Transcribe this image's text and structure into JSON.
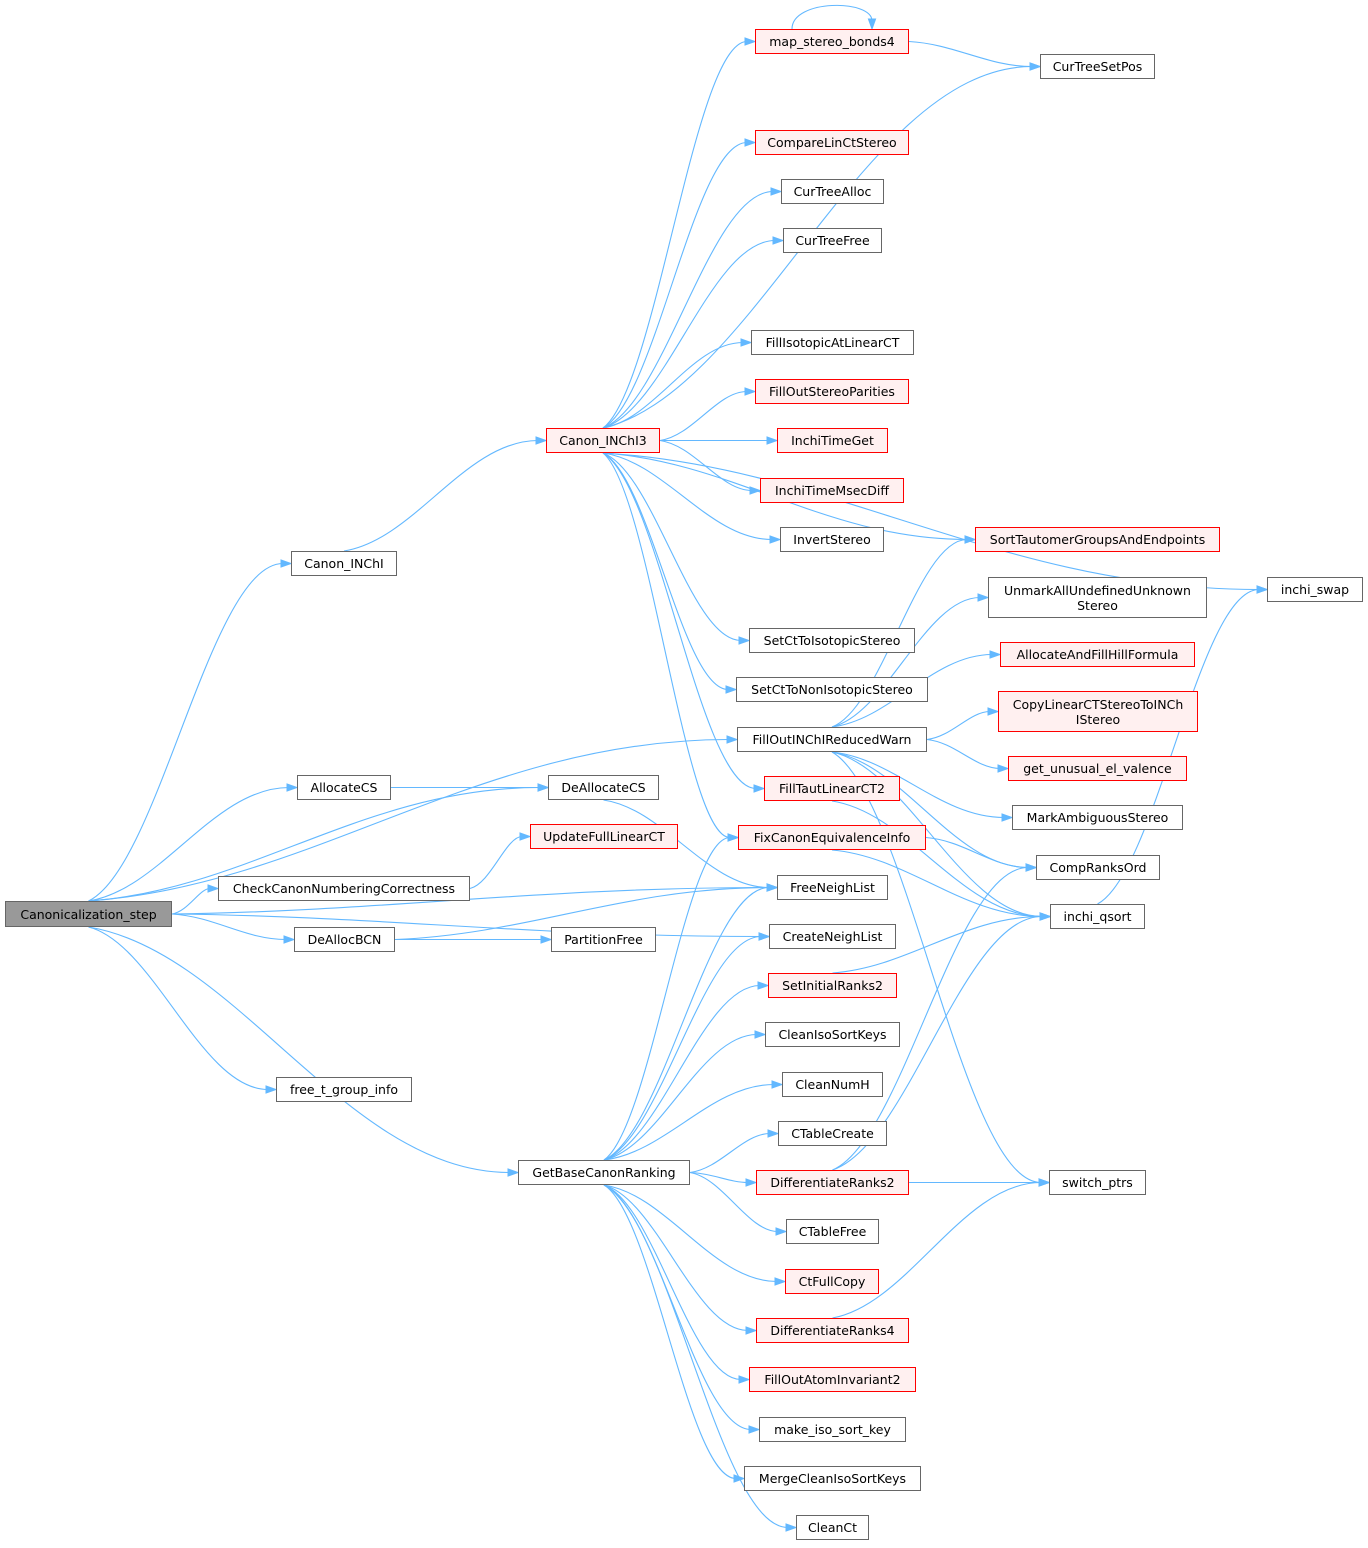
{
  "colors": {
    "edge": "#63b8ff",
    "node_border": "#666666",
    "link_border": "#ff0000",
    "link_fill": "#fff0f0",
    "root_fill": "#999999"
  },
  "nodes": [
    {
      "id": "canonicalization_step",
      "label": "Canonicalization_step",
      "style": "root"
    },
    {
      "id": "canon_inchi",
      "label": "Canon_INChI",
      "style": "normal"
    },
    {
      "id": "canon_inchi3",
      "label": "Canon_INChI3",
      "style": "link"
    },
    {
      "id": "allocatecs",
      "label": "AllocateCS",
      "style": "normal"
    },
    {
      "id": "deallocatecs",
      "label": "DeAllocateCS",
      "style": "normal"
    },
    {
      "id": "updatefulllinearct",
      "label": "UpdateFullLinearCT",
      "style": "link"
    },
    {
      "id": "checkcanonnumberingcorrectness",
      "label": "CheckCanonNumberingCorrectness",
      "style": "normal"
    },
    {
      "id": "deallocbcn",
      "label": "DeAllocBCN",
      "style": "normal"
    },
    {
      "id": "partitionfree",
      "label": "PartitionFree",
      "style": "normal"
    },
    {
      "id": "free_t_group_info",
      "label": "free_t_group_info",
      "style": "normal"
    },
    {
      "id": "getbasecanonranking",
      "label": "GetBaseCanonRanking",
      "style": "normal"
    },
    {
      "id": "map_stereo_bonds4",
      "label": "map_stereo_bonds4",
      "style": "link"
    },
    {
      "id": "curtreesetpos",
      "label": "CurTreeSetPos",
      "style": "normal"
    },
    {
      "id": "comparelinctstereo",
      "label": "CompareLinCtStereo",
      "style": "link"
    },
    {
      "id": "curtreealloc",
      "label": "CurTreeAlloc",
      "style": "normal"
    },
    {
      "id": "curtreefree",
      "label": "CurTreeFree",
      "style": "normal"
    },
    {
      "id": "fillisotopicatlinearct",
      "label": "FillIsotopicAtLinearCT",
      "style": "normal"
    },
    {
      "id": "filloutstereoparities",
      "label": "FillOutStereoParities",
      "style": "link"
    },
    {
      "id": "inchitimeget",
      "label": "InchiTimeGet",
      "style": "link"
    },
    {
      "id": "inchitimemsecdiff",
      "label": "InchiTimeMsecDiff",
      "style": "link"
    },
    {
      "id": "invertstereo",
      "label": "InvertStereo",
      "style": "normal"
    },
    {
      "id": "sorttautomergroupsandendpoints",
      "label": "SortTautomerGroupsAndEndpoints",
      "style": "link"
    },
    {
      "id": "unmarkallundefinedunknownstereo",
      "label": "UnmarkAllUndefinedUnknown\nStereo",
      "style": "normal"
    },
    {
      "id": "inchi_swap",
      "label": "inchi_swap",
      "style": "normal"
    },
    {
      "id": "allocateandfillhillformula",
      "label": "AllocateAndFillHillFormula",
      "style": "link"
    },
    {
      "id": "setcttoisotopicstereo",
      "label": "SetCtToIsotopicStereo",
      "style": "normal"
    },
    {
      "id": "setcttononisotopicstereo",
      "label": "SetCtToNonIsotopicStereo",
      "style": "normal"
    },
    {
      "id": "copylinearctstereotoinchistereo",
      "label": "CopyLinearCTStereoToINCh\nIStereo",
      "style": "link"
    },
    {
      "id": "filloutinchireducedwarn",
      "label": "FillOutINChIReducedWarn",
      "style": "normal"
    },
    {
      "id": "get_unusual_el_valence",
      "label": "get_unusual_el_valence",
      "style": "link"
    },
    {
      "id": "filltautlinearct2",
      "label": "FillTautLinearCT2",
      "style": "link"
    },
    {
      "id": "markambiguousstereo",
      "label": "MarkAmbiguousStereo",
      "style": "normal"
    },
    {
      "id": "fixcanonequivalenceinfo",
      "label": "FixCanonEquivalenceInfo",
      "style": "link"
    },
    {
      "id": "compranksord",
      "label": "CompRanksOrd",
      "style": "normal"
    },
    {
      "id": "freeneighlist",
      "label": "FreeNeighList",
      "style": "normal"
    },
    {
      "id": "inchi_qsort",
      "label": "inchi_qsort",
      "style": "normal"
    },
    {
      "id": "createneighlist",
      "label": "CreateNeighList",
      "style": "normal"
    },
    {
      "id": "setinitialranks2",
      "label": "SetInitialRanks2",
      "style": "link"
    },
    {
      "id": "cleanisosortkeys",
      "label": "CleanIsoSortKeys",
      "style": "normal"
    },
    {
      "id": "cleannumh",
      "label": "CleanNumH",
      "style": "normal"
    },
    {
      "id": "ctablecreate",
      "label": "CTableCreate",
      "style": "normal"
    },
    {
      "id": "differentiateranks2",
      "label": "DifferentiateRanks2",
      "style": "link"
    },
    {
      "id": "switch_ptrs",
      "label": "switch_ptrs",
      "style": "normal"
    },
    {
      "id": "ctablefree",
      "label": "CTableFree",
      "style": "normal"
    },
    {
      "id": "ctfullcopy",
      "label": "CtFullCopy",
      "style": "link"
    },
    {
      "id": "differentiateranks4",
      "label": "DifferentiateRanks4",
      "style": "link"
    },
    {
      "id": "filloutatominvariant2",
      "label": "FillOutAtomInvariant2",
      "style": "link"
    },
    {
      "id": "make_iso_sort_key",
      "label": "make_iso_sort_key",
      "style": "normal"
    },
    {
      "id": "mergecleanisosortkeys",
      "label": "MergeCleanIsoSortKeys",
      "style": "normal"
    },
    {
      "id": "cleanct",
      "label": "CleanCt",
      "style": "normal"
    }
  ],
  "edges": [
    [
      "canonicalization_step",
      "canon_inchi"
    ],
    [
      "canonicalization_step",
      "filloutinchireducedwarn"
    ],
    [
      "canonicalization_step",
      "allocatecs"
    ],
    [
      "canonicalization_step",
      "deallocatecs"
    ],
    [
      "canonicalization_step",
      "checkcanonnumberingcorrectness"
    ],
    [
      "canonicalization_step",
      "deallocbcn"
    ],
    [
      "canonicalization_step",
      "freeneighlist"
    ],
    [
      "canonicalization_step",
      "createneighlist"
    ],
    [
      "canonicalization_step",
      "free_t_group_info"
    ],
    [
      "canonicalization_step",
      "getbasecanonranking"
    ],
    [
      "canon_inchi",
      "canon_inchi3"
    ],
    [
      "canon_inchi3",
      "map_stereo_bonds4"
    ],
    [
      "canon_inchi3",
      "curtreesetpos"
    ],
    [
      "canon_inchi3",
      "comparelinctstereo"
    ],
    [
      "canon_inchi3",
      "curtreealloc"
    ],
    [
      "canon_inchi3",
      "curtreefree"
    ],
    [
      "canon_inchi3",
      "inchi_swap"
    ],
    [
      "canon_inchi3",
      "fillisotopicatlinearct"
    ],
    [
      "canon_inchi3",
      "filloutstereoparities"
    ],
    [
      "canon_inchi3",
      "inchitimeget"
    ],
    [
      "canon_inchi3",
      "inchitimemsecdiff"
    ],
    [
      "canon_inchi3",
      "invertstereo"
    ],
    [
      "canon_inchi3",
      "sorttautomergroupsandendpoints"
    ],
    [
      "canon_inchi3",
      "setcttoisotopicstereo"
    ],
    [
      "canon_inchi3",
      "setcttononisotopicstereo"
    ],
    [
      "canon_inchi3",
      "filltautlinearct2"
    ],
    [
      "canon_inchi3",
      "fixcanonequivalenceinfo"
    ],
    [
      "map_stereo_bonds4",
      "map_stereo_bonds4"
    ],
    [
      "map_stereo_bonds4",
      "curtreesetpos"
    ],
    [
      "allocatecs",
      "deallocatecs"
    ],
    [
      "deallocatecs",
      "freeneighlist"
    ],
    [
      "checkcanonnumberingcorrectness",
      "updatefulllinearct"
    ],
    [
      "deallocbcn",
      "freeneighlist"
    ],
    [
      "deallocbcn",
      "partitionfree"
    ],
    [
      "filloutinchireducedwarn",
      "sorttautomergroupsandendpoints"
    ],
    [
      "filloutinchireducedwarn",
      "unmarkallundefinedunknownstereo"
    ],
    [
      "filloutinchireducedwarn",
      "allocateandfillhillformula"
    ],
    [
      "filloutinchireducedwarn",
      "copylinearctstereotoinchistereo"
    ],
    [
      "filloutinchireducedwarn",
      "get_unusual_el_valence"
    ],
    [
      "filloutinchireducedwarn",
      "markambiguousstereo"
    ],
    [
      "filloutinchireducedwarn",
      "compranksord"
    ],
    [
      "filloutinchireducedwarn",
      "inchi_qsort"
    ],
    [
      "filloutinchireducedwarn",
      "switch_ptrs"
    ],
    [
      "filltautlinearct2",
      "inchi_qsort"
    ],
    [
      "fixcanonequivalenceinfo",
      "compranksord"
    ],
    [
      "fixcanonequivalenceinfo",
      "inchi_qsort"
    ],
    [
      "inchi_qsort",
      "inchi_swap"
    ],
    [
      "setinitialranks2",
      "inchi_qsort"
    ],
    [
      "differentiateranks2",
      "compranksord"
    ],
    [
      "differentiateranks2",
      "inchi_qsort"
    ],
    [
      "differentiateranks2",
      "switch_ptrs"
    ],
    [
      "differentiateranks4",
      "switch_ptrs"
    ],
    [
      "getbasecanonranking",
      "fixcanonequivalenceinfo"
    ],
    [
      "getbasecanonranking",
      "freeneighlist"
    ],
    [
      "getbasecanonranking",
      "createneighlist"
    ],
    [
      "getbasecanonranking",
      "setinitialranks2"
    ],
    [
      "getbasecanonranking",
      "cleanisosortkeys"
    ],
    [
      "getbasecanonranking",
      "cleannumh"
    ],
    [
      "getbasecanonranking",
      "ctablecreate"
    ],
    [
      "getbasecanonranking",
      "differentiateranks2"
    ],
    [
      "getbasecanonranking",
      "ctablefree"
    ],
    [
      "getbasecanonranking",
      "ctfullcopy"
    ],
    [
      "getbasecanonranking",
      "differentiateranks4"
    ],
    [
      "getbasecanonranking",
      "filloutatominvariant2"
    ],
    [
      "getbasecanonranking",
      "make_iso_sort_key"
    ],
    [
      "getbasecanonranking",
      "mergecleanisosortkeys"
    ],
    [
      "getbasecanonranking",
      "cleanct"
    ]
  ]
}
